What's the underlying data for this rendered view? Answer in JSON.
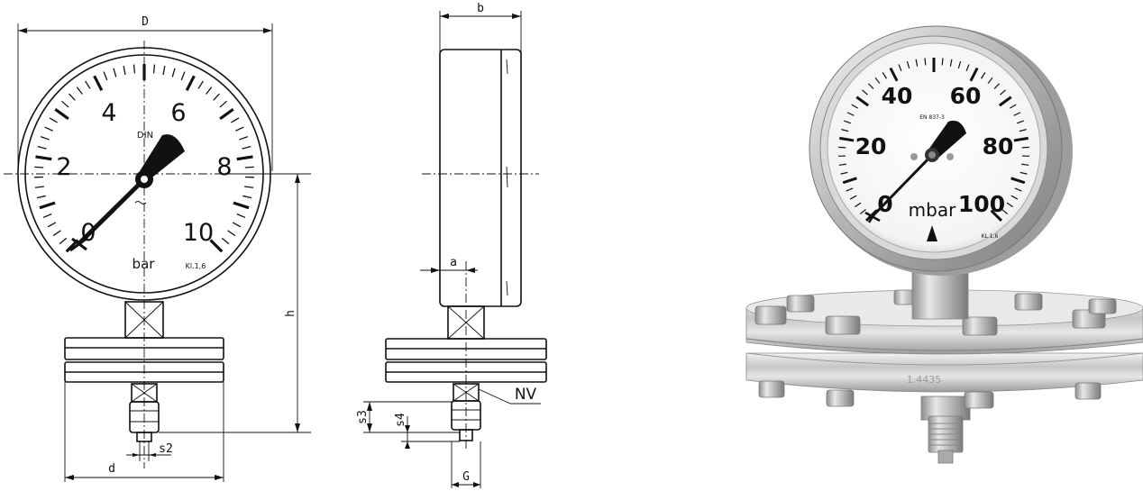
{
  "front_view": {
    "dim_D": "D",
    "dim_d": "d",
    "dim_h": "h",
    "dim_s2": "s2",
    "dial_numbers": [
      "0",
      "2",
      "4",
      "6",
      "8",
      "10"
    ],
    "unit": "bar",
    "class_mark": "Kl.1,6",
    "din_mark": "DIN"
  },
  "side_view": {
    "dim_b": "b",
    "dim_a": "a",
    "dim_NV": "NV",
    "dim_s3": "s3",
    "dim_s4": "s4",
    "dim_G": "G"
  },
  "photo": {
    "dial_numbers": [
      "0",
      "20",
      "40",
      "60",
      "80",
      "100"
    ],
    "unit": "mbar",
    "class_mark": "KL 1,6",
    "standard_mark": "EN 837-3",
    "flange_mark": "1.4435"
  }
}
